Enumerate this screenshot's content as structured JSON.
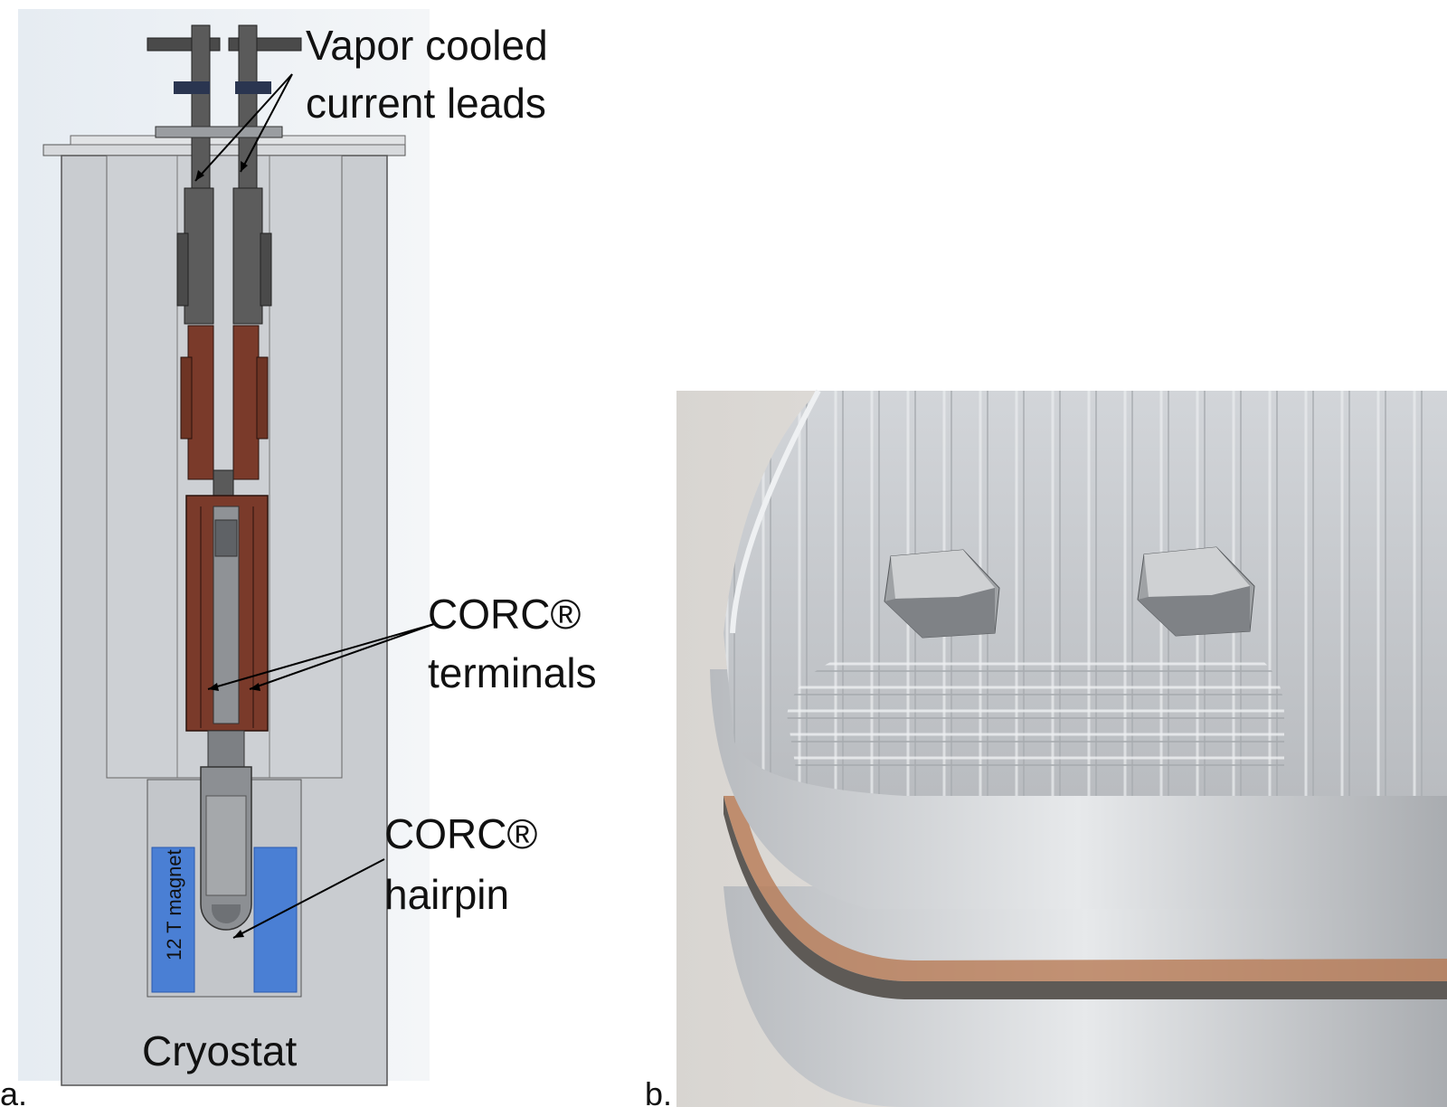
{
  "panel_a": {
    "letter": "a.",
    "labels": {
      "vapor_line1": "Vapor cooled",
      "vapor_line2": "current leads",
      "corc_terminals_line1": "CORC®",
      "corc_terminals_line2": "terminals",
      "corc_hairpin_line1": "CORC®",
      "corc_hairpin_line2": "hairpin",
      "magnet": "12 T magnet",
      "cryostat": "Cryostat"
    },
    "colors": {
      "cryostat_gray": "#c9ccd0",
      "copper": "#7a3a2a",
      "magnet_blue": "#4a7fd4",
      "lead_dark": "#4a4a4a"
    }
  },
  "panel_b": {
    "letter": "b.",
    "colors": {
      "aluminum": "#c4c7cb",
      "background": "#e8e6e4",
      "copper_tape": "#b87a55"
    }
  }
}
